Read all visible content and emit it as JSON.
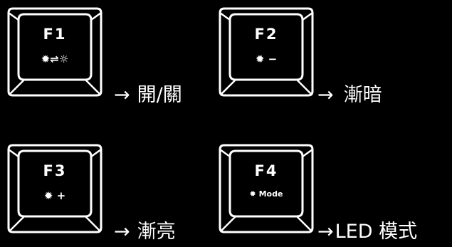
{
  "keys": [
    {
      "name": "F1",
      "func": "✹⇌☼",
      "caption_arrow": "→",
      "caption": "開/關"
    },
    {
      "name": "F2",
      "func": "✹ −",
      "caption_arrow": "→",
      "caption": "漸暗"
    },
    {
      "name": "F3",
      "func": "✹ +",
      "caption_arrow": "→",
      "caption": "漸亮"
    },
    {
      "name": "F4",
      "func": "✹ Mode",
      "caption_arrow": "→",
      "caption": "LED 模式"
    }
  ]
}
